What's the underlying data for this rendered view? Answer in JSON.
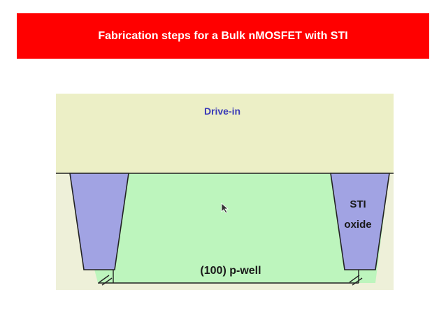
{
  "slide": {
    "title": "Fabrication steps for a Bulk nMOSFET with STI"
  },
  "diagram": {
    "step_label": "Drive-in",
    "sti_label_line1": "STI",
    "sti_label_line2": "oxide",
    "well_label": "(100) p-well"
  },
  "colors": {
    "banner": "#ff0000",
    "ambient": "#ecefc6",
    "p_well": "#bdf5bd",
    "sti_oxide": "#a1a3e3",
    "step_label_text": "#3b3bb8",
    "label_text": "#1a1a1a",
    "outline": "#222222"
  },
  "icons": {
    "cursor": "mouse-pointer-icon"
  }
}
